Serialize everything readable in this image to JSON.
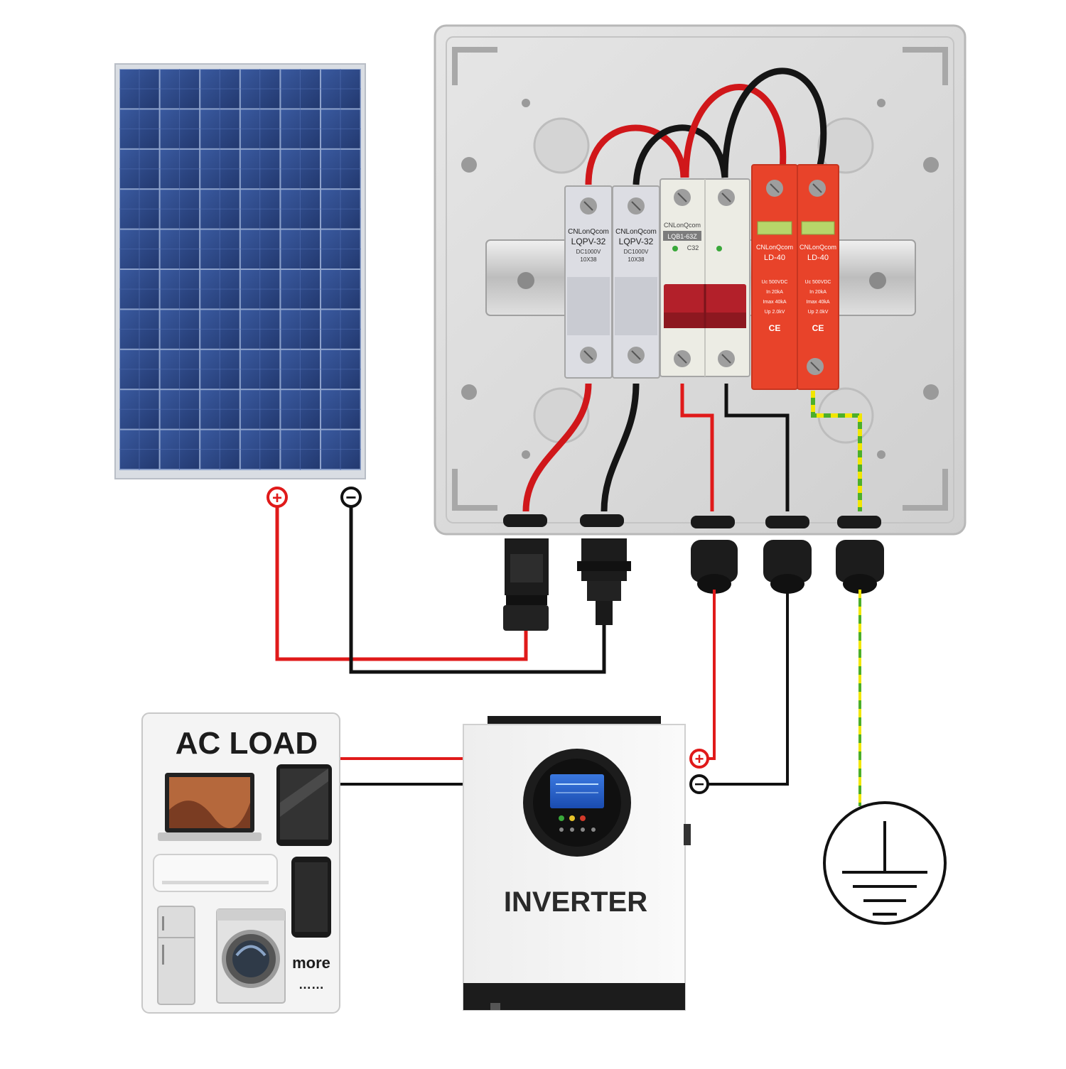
{
  "colors": {
    "positive_wire": "#e01a1a",
    "negative_wire": "#111111",
    "ground_wire_green": "#4caf2a",
    "ground_wire_yellow": "#f2e600",
    "panel_cell": "#2c4a8c",
    "enclosure": "#dcdcdc",
    "spd_body": "#e8432a",
    "breaker_handle": "#b3202a"
  },
  "solar_panel": {
    "positive_symbol": "+",
    "negative_symbol": "−"
  },
  "combiner_box": {
    "fuse_holders": [
      {
        "brand": "CNLonQcom",
        "model": "LQPV-32",
        "rating": "DC1000V",
        "fuse": "10X38"
      },
      {
        "brand": "CNLonQcom",
        "model": "LQPV-32",
        "rating": "DC1000V",
        "fuse": "10X38"
      }
    ],
    "breaker": {
      "brand": "CNLonQcom",
      "model": "LQB1-63Z",
      "rating": "C32"
    },
    "surge_protectors": [
      {
        "brand": "CNLonQcom",
        "model": "LD-40",
        "line1": "Uc 500VDC",
        "line2": "In 20kA",
        "line3": "Imax 40kA",
        "line4": "Up 2.0kV",
        "mark": "CE"
      },
      {
        "brand": "CNLonQcom",
        "model": "LD-40",
        "line1": "Uc 500VDC",
        "line2": "In 20kA",
        "line3": "Imax 40kA",
        "line4": "Up 2.0kV",
        "mark": "CE"
      }
    ]
  },
  "ac_load": {
    "title": "AC LOAD",
    "more_label": "more",
    "ellipsis": "……"
  },
  "inverter": {
    "label": "INVERTER",
    "positive_symbol": "+",
    "negative_symbol": "−"
  }
}
